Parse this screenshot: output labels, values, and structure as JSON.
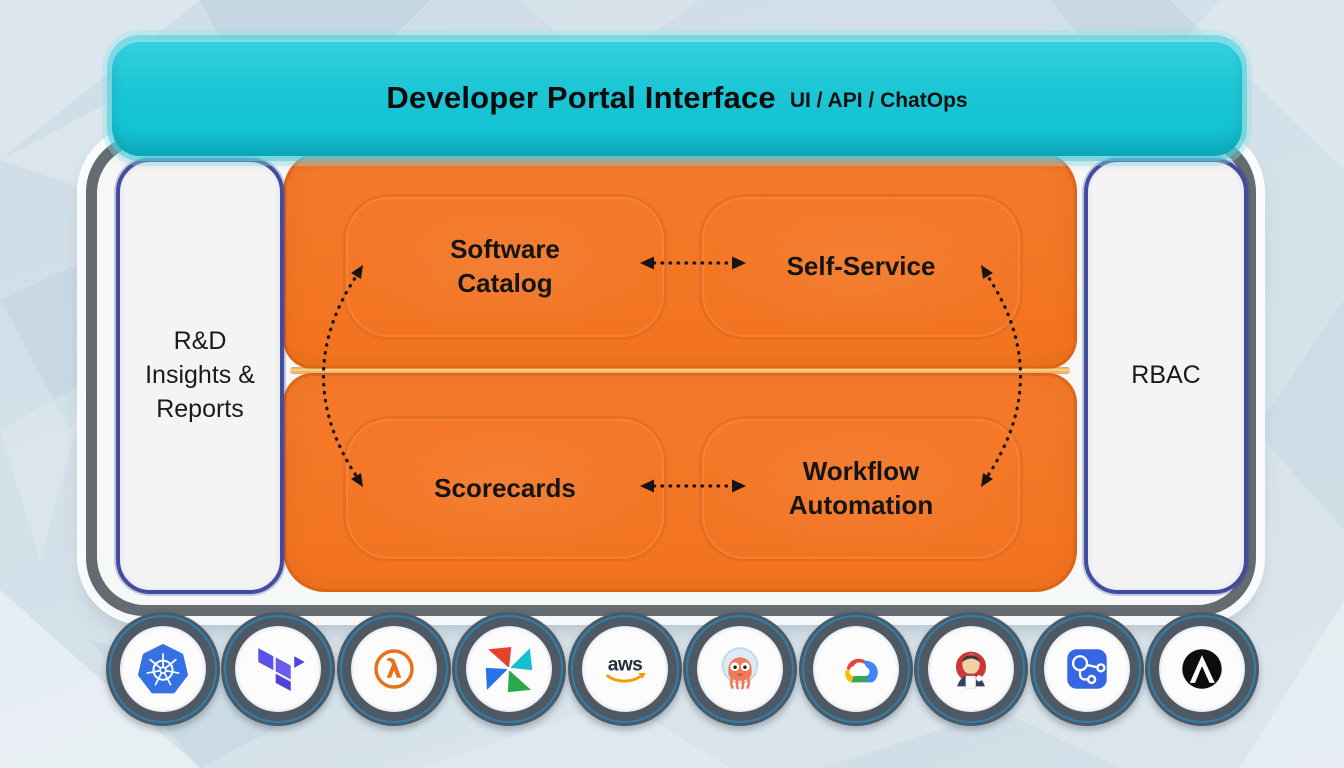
{
  "banner": {
    "title": "Developer Portal Interface",
    "subtitle": "UI / API / ChatOps"
  },
  "panels": {
    "left_label": "R&D Insights & Reports",
    "right_label": "RBAC"
  },
  "modules": [
    {
      "label": "Software Catalog"
    },
    {
      "label": "Self-Service"
    },
    {
      "label": "Scorecards"
    },
    {
      "label": "Workflow Automation"
    }
  ],
  "integrations": [
    {
      "icon": "kubernetes-icon"
    },
    {
      "icon": "terraform-icon"
    },
    {
      "icon": "aws-lambda-icon",
      "text": "λ"
    },
    {
      "icon": "airflow-icon"
    },
    {
      "icon": "aws-icon",
      "text": "aws"
    },
    {
      "icon": "argo-cd-icon"
    },
    {
      "icon": "google-cloud-icon"
    },
    {
      "icon": "jenkins-icon"
    },
    {
      "icon": "github-actions-icon"
    },
    {
      "icon": "ansible-icon"
    }
  ],
  "colors": {
    "banner_cyan": "#1cc7d6",
    "core_orange": "#f5772a",
    "panel_white": "#f4f4f5",
    "panel_border_indigo": "#434b9e",
    "frame_gray": "#646b71",
    "dock_ring": "#4e5963",
    "dock_ring_accent": "#2f7fae",
    "background_blue": "#d2dfe8",
    "arrow_black": "#151515"
  }
}
